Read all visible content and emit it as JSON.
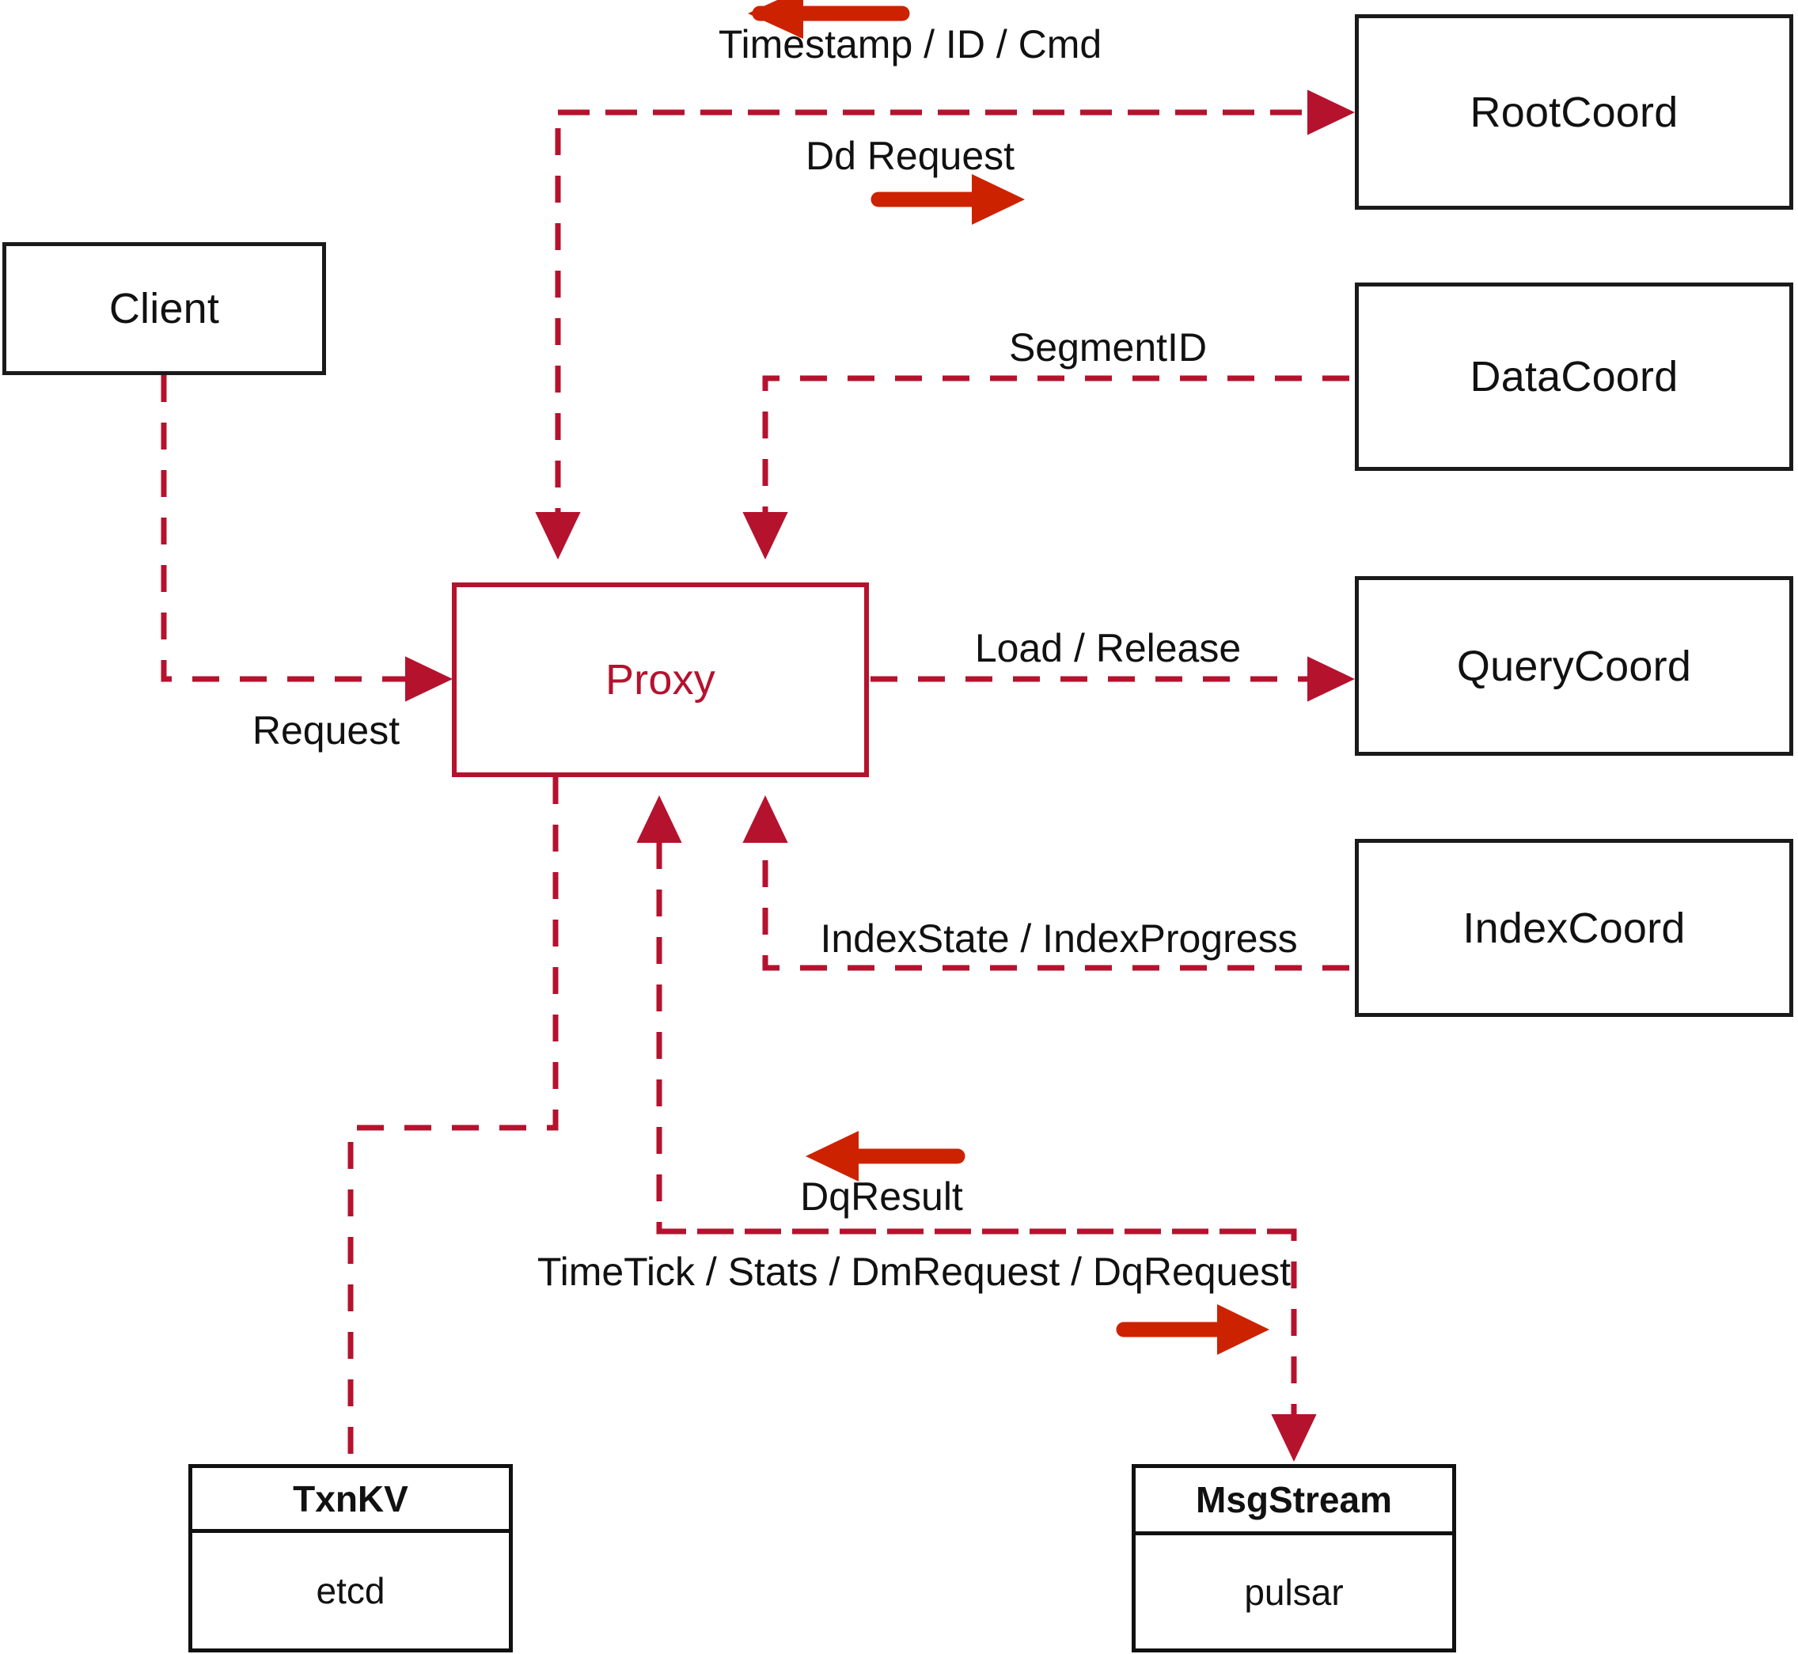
{
  "diagram": {
    "title": "Milvus Proxy Architecture",
    "colors": {
      "accent_red": "#B5122E",
      "arrow_red": "#CC2200",
      "node_black": "#111111",
      "background": "#FFFFFF"
    },
    "nodes": {
      "client": {
        "label": "Client"
      },
      "proxy": {
        "label": "Proxy"
      },
      "root_coord": {
        "label": "RootCoord"
      },
      "data_coord": {
        "label": "DataCoord"
      },
      "query_coord": {
        "label": "QueryCoord"
      },
      "index_coord": {
        "label": "IndexCoord"
      },
      "txn_kv": {
        "header": "TxnKV",
        "body": "etcd"
      },
      "msg_stream": {
        "header": "MsgStream",
        "body": "pulsar"
      }
    },
    "edge_labels": {
      "timestamp_id_cmd": "Timestamp / ID / Cmd",
      "dd_request": "Dd Request",
      "segment_id": "SegmentID",
      "request": "Request",
      "load_release": "Load / Release",
      "index_state_progress": "IndexState / IndexProgress",
      "dq_result": "DqResult",
      "timetick_stats": "TimeTick / Stats / DmRequest / DqRequest"
    }
  }
}
